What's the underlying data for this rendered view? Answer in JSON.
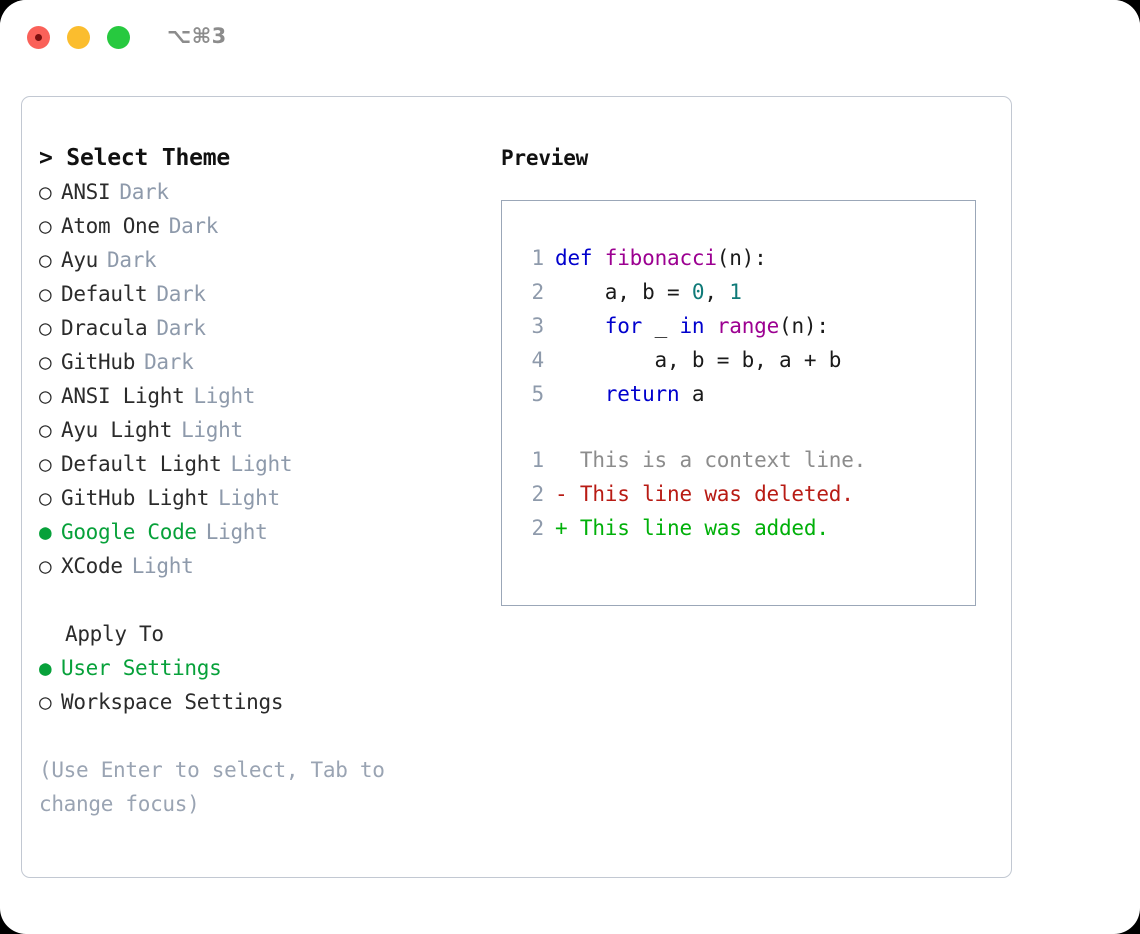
{
  "window": {
    "shortcut": "⌥⌘3",
    "traffic_lights": [
      {
        "name": "close",
        "color": "#fa6159"
      },
      {
        "name": "minimize",
        "color": "#fbbd2e"
      },
      {
        "name": "maximize",
        "color": "#27c93f"
      }
    ]
  },
  "accent": {
    "selected_green": "#07a13a",
    "muted": "#8e9aab",
    "hint": "#9aa4b3",
    "border": "#9ba7b8"
  },
  "theme_picker": {
    "title": "> Select Theme",
    "options": [
      {
        "bullet": "○",
        "label": "ANSI",
        "suffix": "Dark",
        "selected": false
      },
      {
        "bullet": "○",
        "label": "Atom One",
        "suffix": "Dark",
        "selected": false
      },
      {
        "bullet": "○",
        "label": "Ayu",
        "suffix": "Dark",
        "selected": false
      },
      {
        "bullet": "○",
        "label": "Default",
        "suffix": "Dark",
        "selected": false
      },
      {
        "bullet": "○",
        "label": "Dracula",
        "suffix": "Dark",
        "selected": false
      },
      {
        "bullet": "○",
        "label": "GitHub",
        "suffix": "Dark",
        "selected": false
      },
      {
        "bullet": "○",
        "label": "ANSI Light",
        "suffix": "Light",
        "selected": false
      },
      {
        "bullet": "○",
        "label": "Ayu Light",
        "suffix": "Light",
        "selected": false
      },
      {
        "bullet": "○",
        "label": "Default Light",
        "suffix": "Light",
        "selected": false
      },
      {
        "bullet": "○",
        "label": "GitHub Light",
        "suffix": "Light",
        "selected": false
      },
      {
        "bullet": "●",
        "label": "Google Code",
        "suffix": "Light",
        "selected": true
      },
      {
        "bullet": "○",
        "label": "XCode",
        "suffix": "Light",
        "selected": false
      }
    ]
  },
  "apply_to": {
    "heading": "Apply To",
    "options": [
      {
        "bullet": "●",
        "label": "User Settings",
        "selected": true
      },
      {
        "bullet": "○",
        "label": "Workspace Settings",
        "selected": false
      }
    ]
  },
  "hint": "(Use Enter to select, Tab to change focus)",
  "preview": {
    "title": "Preview",
    "code_lines": [
      {
        "lineno": "1",
        "tokens": [
          {
            "t": "def",
            "c": "kw"
          },
          {
            "t": " ",
            "c": "plain"
          },
          {
            "t": "fibonacci",
            "c": "fn"
          },
          {
            "t": "(n):",
            "c": "plain"
          }
        ]
      },
      {
        "lineno": "2",
        "tokens": [
          {
            "t": "    a, b = ",
            "c": "plain"
          },
          {
            "t": "0",
            "c": "num"
          },
          {
            "t": ", ",
            "c": "plain"
          },
          {
            "t": "1",
            "c": "num"
          }
        ]
      },
      {
        "lineno": "3",
        "tokens": [
          {
            "t": "    ",
            "c": "plain"
          },
          {
            "t": "for",
            "c": "kw"
          },
          {
            "t": " _ ",
            "c": "plain"
          },
          {
            "t": "in",
            "c": "kw"
          },
          {
            "t": " ",
            "c": "plain"
          },
          {
            "t": "range",
            "c": "fn"
          },
          {
            "t": "(n):",
            "c": "plain"
          }
        ]
      },
      {
        "lineno": "4",
        "tokens": [
          {
            "t": "        a, b = b, a + b",
            "c": "plain"
          }
        ]
      },
      {
        "lineno": "5",
        "tokens": [
          {
            "t": "    ",
            "c": "plain"
          },
          {
            "t": "return",
            "c": "kw"
          },
          {
            "t": " a",
            "c": "plain"
          }
        ]
      }
    ],
    "diff_lines": [
      {
        "lineno": "1",
        "marker": " ",
        "text": "This is a context line.",
        "kind": "context"
      },
      {
        "lineno": "2",
        "marker": "-",
        "text": "This line was deleted.",
        "kind": "del"
      },
      {
        "lineno": "2",
        "marker": "+",
        "text": "This line was added.",
        "kind": "add"
      }
    ]
  }
}
